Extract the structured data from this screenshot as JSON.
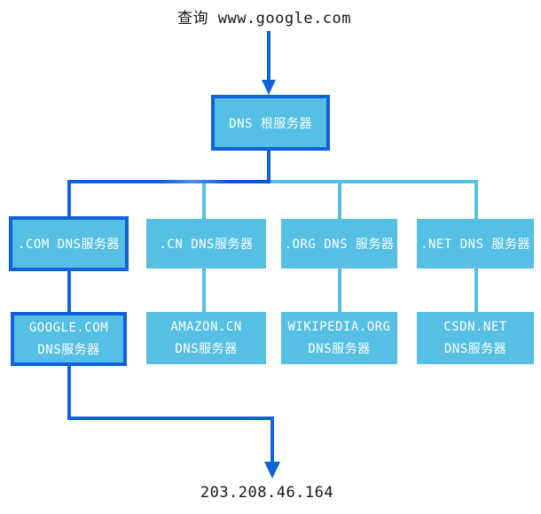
{
  "colors": {
    "primary_blue": "#0f62da",
    "sky_blue": "#55c0e4",
    "box_text": "#ffffff",
    "caption_text": "#141414"
  },
  "query": {
    "title": "查询 www.google.com"
  },
  "root_server": {
    "label": "DNS 根服务器"
  },
  "tld_servers": [
    {
      "label": ".COM DNS服务器"
    },
    {
      "label": ".CN DNS服务器"
    },
    {
      "label": ".ORG DNS 服务器"
    },
    {
      "label": ".NET DNS 服务器"
    }
  ],
  "authoritative_servers": [
    {
      "line1": "GOOGLE.COM",
      "line2": "DNS服务器"
    },
    {
      "line1": "AMAZON.CN",
      "line2": "DNS服务器"
    },
    {
      "line1": "WIKIPEDIA.ORG",
      "line2": "DNS服务器"
    },
    {
      "line1": "CSDN.NET",
      "line2": "DNS服务器"
    }
  ],
  "result": {
    "ip": "203.208.46.164"
  }
}
